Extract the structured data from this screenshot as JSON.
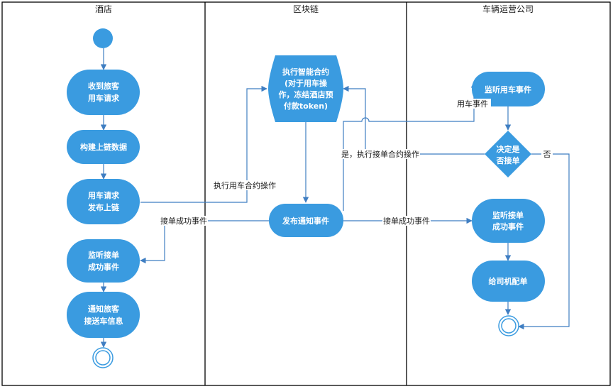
{
  "colors": {
    "node_fill": "#3a9be0",
    "edge": "#3f7ec2",
    "lane_border": "#000000"
  },
  "lanes": {
    "hotel": "酒店",
    "blockchain": "区块链",
    "company": "车辆运营公司"
  },
  "nodes": {
    "receive_request": [
      "收到旅客",
      "用车请求"
    ],
    "build_data": [
      "构建上链数据"
    ],
    "publish": [
      "用车请求",
      "发布上链"
    ],
    "listen_success_hotel": [
      "监听接单",
      "成功事件"
    ],
    "notify_passenger": [
      "通知旅客",
      "接送车信息"
    ],
    "smart_contract": [
      "执行智能合约",
      "(对于用车操",
      "作，冻结酒店预",
      "付款token)"
    ],
    "publish_notify": [
      "发布通知事件"
    ],
    "listen_car": [
      "监听用车事件"
    ],
    "decide": [
      "决定是",
      "否接单"
    ],
    "listen_success_company": [
      "监听接单",
      "成功事件"
    ],
    "assign_driver": [
      "给司机配单"
    ]
  },
  "edge_labels": {
    "execute_car_contract": "执行用车合约操作",
    "car_event": "用车事件",
    "yes_execute_accept": "是，执行接单合约操作",
    "no": "否",
    "success_event_left": "接单成功事件",
    "success_event_right": "接单成功事件"
  }
}
